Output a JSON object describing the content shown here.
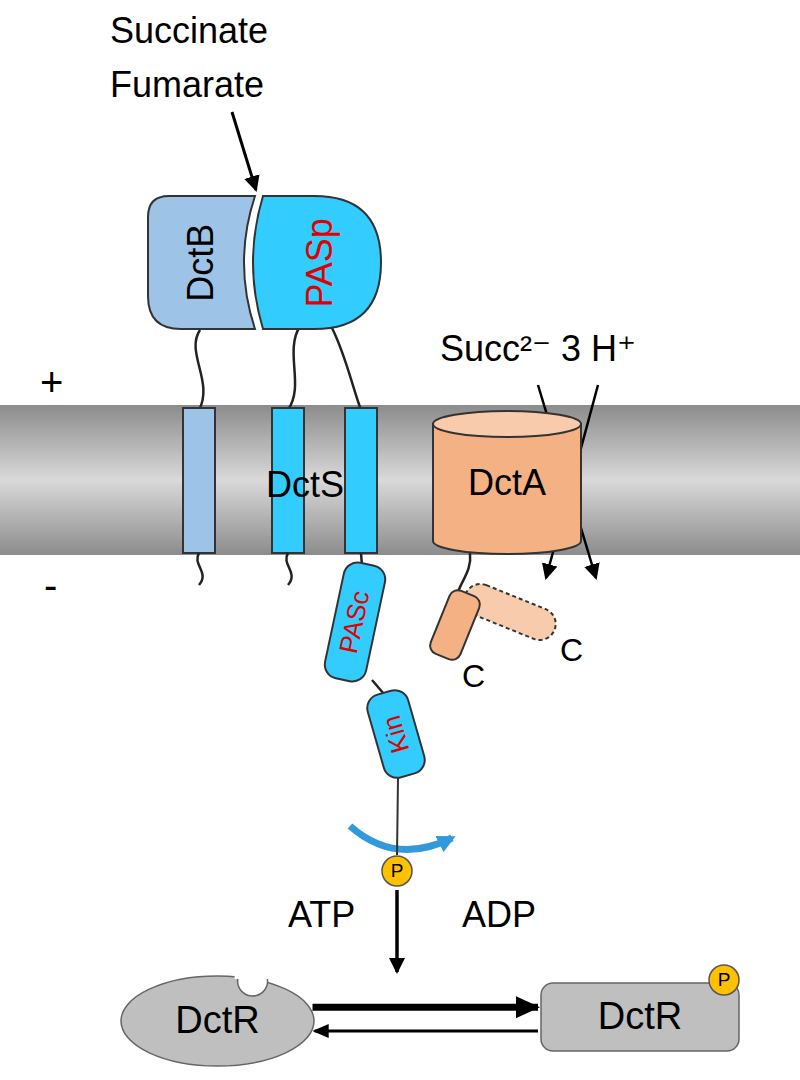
{
  "diagram": {
    "nodes": [
      {
        "text": [
          "DctB"
        ]
      },
      {
        "text": [
          "PASp"
        ]
      },
      {
        "text": [
          "DctA"
        ]
      },
      {
        "text": [
          "PASc"
        ]
      },
      {
        "text": [
          "Kin"
        ]
      },
      {
        "text": [
          "P"
        ]
      },
      {
        "text": [
          "DctR"
        ]
      },
      {
        "text": [
          "DctR"
        ]
      },
      {
        "text": [
          "P"
        ],
        "in": 7
      }
    ],
    "edges": [
      {
        "from": 6,
        "to": 7,
        "arrow": "to"
      },
      {
        "from": 7,
        "to": 6,
        "arrow": "to"
      }
    ],
    "labels": [
      "Succinate Fumarate",
      "+",
      "-",
      "DctS",
      "Succ²⁻ 3 H⁺",
      "C",
      "C",
      "ATP",
      "ADP"
    ]
  }
}
